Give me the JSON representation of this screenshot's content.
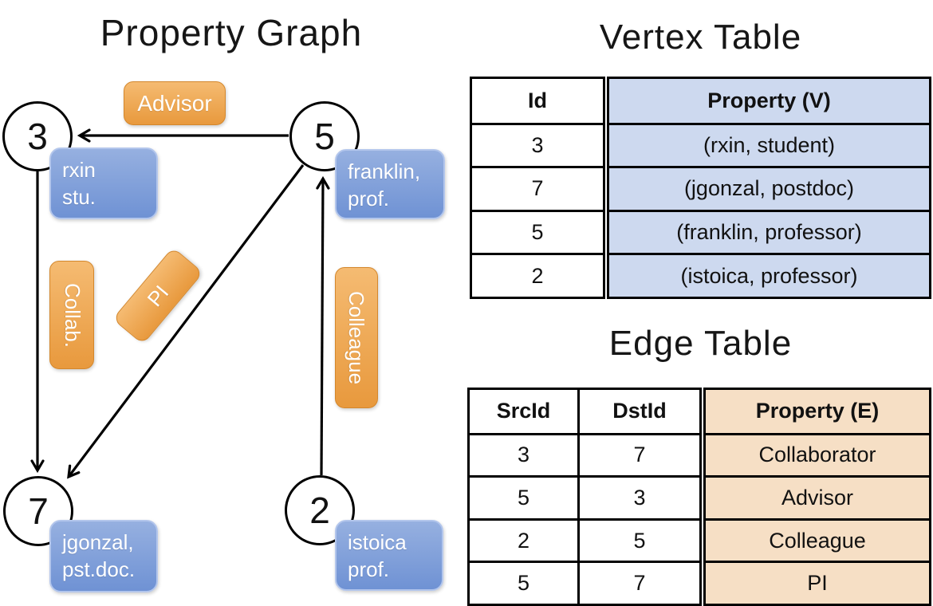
{
  "panel_graph": {
    "title": "Property Graph",
    "nodes": {
      "n3": {
        "id": "3",
        "prop_line1": "rxin",
        "prop_line2": "stu."
      },
      "n5": {
        "id": "5",
        "prop_line1": "franklin,",
        "prop_line2": "prof."
      },
      "n7": {
        "id": "7",
        "prop_line1": "jgonzal,",
        "prop_line2": "pst.doc."
      },
      "n2": {
        "id": "2",
        "prop_line1": "istoica",
        "prop_line2": "prof."
      }
    },
    "edge_labels": {
      "advisor": "Advisor",
      "collab": "Collab.",
      "pi": "PI",
      "colleague": "Colleague"
    }
  },
  "vertex_table": {
    "title": "Vertex Table",
    "headers": {
      "id": "Id",
      "property": "Property (V)"
    },
    "rows": [
      {
        "id": "3",
        "property": "(rxin, student)"
      },
      {
        "id": "7",
        "property": "(jgonzal, postdoc)"
      },
      {
        "id": "5",
        "property": "(franklin, professor)"
      },
      {
        "id": "2",
        "property": "(istoica, professor)"
      }
    ]
  },
  "edge_table": {
    "title": "Edge Table",
    "headers": {
      "src": "SrcId",
      "dst": "DstId",
      "property": "Property (E)"
    },
    "rows": [
      {
        "src": "3",
        "dst": "7",
        "property": "Collaborator"
      },
      {
        "src": "5",
        "dst": "3",
        "property": "Advisor"
      },
      {
        "src": "2",
        "dst": "5",
        "property": "Colleague"
      },
      {
        "src": "5",
        "dst": "7",
        "property": "PI"
      }
    ]
  },
  "colors": {
    "edge_label_fill_top": "#f5bb72",
    "edge_label_fill_bottom": "#e8993d",
    "vertex_box_fill_top": "#96b0e0",
    "vertex_box_fill_bottom": "#6f92d4",
    "vertex_table_fill": "#cdd9ef",
    "edge_table_fill": "#f6dfc5"
  }
}
